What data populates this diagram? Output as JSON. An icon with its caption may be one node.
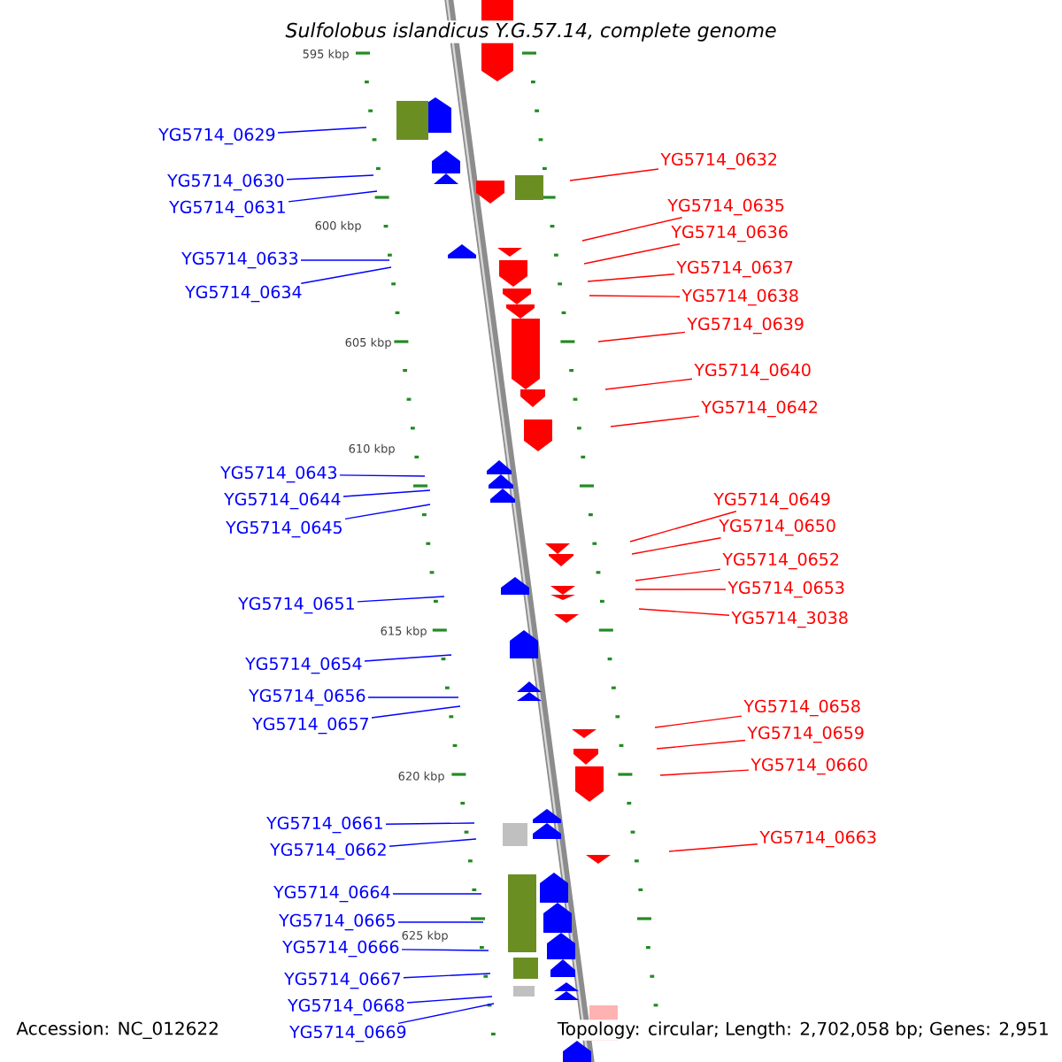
{
  "diagram": {
    "title": "Sulfolobus islandicus Y.G.57.14, complete genome",
    "nodes": [
      {
        "text": [
          "YG5714_0629"
        ]
      },
      {
        "text": [
          "YG5714_0630"
        ]
      },
      {
        "text": [
          "YG5714_0631"
        ]
      },
      {
        "text": [
          "YG5714_0633"
        ]
      },
      {
        "text": [
          "YG5714_0634"
        ]
      },
      {
        "text": [
          "YG5714_0643"
        ]
      },
      {
        "text": [
          "YG5714_0644"
        ]
      },
      {
        "text": [
          "YG5714_0645"
        ]
      },
      {
        "text": [
          "YG5714_0651"
        ]
      },
      {
        "text": [
          "YG5714_0654"
        ]
      },
      {
        "text": [
          "YG5714_0656"
        ]
      },
      {
        "text": [
          "YG5714_0657"
        ]
      },
      {
        "text": [
          "YG5714_0661"
        ]
      },
      {
        "text": [
          "YG5714_0662"
        ]
      },
      {
        "text": [
          "YG5714_0664"
        ]
      },
      {
        "text": [
          "YG5714_0665"
        ]
      },
      {
        "text": [
          "YG5714_0666"
        ]
      },
      {
        "text": [
          "YG5714_0667"
        ]
      },
      {
        "text": [
          "YG5714_0668"
        ]
      },
      {
        "text": [
          "YG5714_0669"
        ]
      },
      {
        "text": [
          "YG5714_0632"
        ]
      },
      {
        "text": [
          "YG5714_0635"
        ]
      },
      {
        "text": [
          "YG5714_0636"
        ]
      },
      {
        "text": [
          "YG5714_0637"
        ]
      },
      {
        "text": [
          "YG5714_0638"
        ]
      },
      {
        "text": [
          "YG5714_0639"
        ]
      },
      {
        "text": [
          "YG5714_0640"
        ]
      },
      {
        "text": [
          "YG5714_0642"
        ]
      },
      {
        "text": [
          "YG5714_0649"
        ]
      },
      {
        "text": [
          "YG5714_0650"
        ]
      },
      {
        "text": [
          "YG5714_0652"
        ]
      },
      {
        "text": [
          "YG5714_0653"
        ]
      },
      {
        "text": [
          "YG5714_3038"
        ]
      },
      {
        "text": [
          "YG5714_0658"
        ]
      },
      {
        "text": [
          "YG5714_0659"
        ]
      },
      {
        "text": [
          "YG5714_0660"
        ]
      },
      {
        "text": [
          "YG5714_0663"
        ]
      }
    ],
    "edges": [
      {
        "from": 0,
        "to": null,
        "arrow": "none"
      },
      {
        "from": 1,
        "to": null,
        "arrow": "none"
      },
      {
        "from": 2,
        "to": null,
        "arrow": "none"
      },
      {
        "from": 3,
        "to": null,
        "arrow": "none"
      },
      {
        "from": 4,
        "to": null,
        "arrow": "none"
      },
      {
        "from": 5,
        "to": null,
        "arrow": "none"
      },
      {
        "from": 6,
        "to": null,
        "arrow": "none"
      },
      {
        "from": 7,
        "to": null,
        "arrow": "none"
      },
      {
        "from": 8,
        "to": null,
        "arrow": "none"
      },
      {
        "from": 9,
        "to": null,
        "arrow": "none"
      },
      {
        "from": 10,
        "to": null,
        "arrow": "none"
      },
      {
        "from": 11,
        "to": null,
        "arrow": "none"
      },
      {
        "from": 12,
        "to": null,
        "arrow": "none"
      },
      {
        "from": 13,
        "to": null,
        "arrow": "none"
      },
      {
        "from": 14,
        "to": null,
        "arrow": "none"
      },
      {
        "from": 15,
        "to": null,
        "arrow": "none"
      },
      {
        "from": 16,
        "to": null,
        "arrow": "none"
      },
      {
        "from": 17,
        "to": null,
        "arrow": "none"
      },
      {
        "from": 18,
        "to": null,
        "arrow": "none"
      },
      {
        "from": 19,
        "to": null,
        "arrow": "none"
      },
      {
        "from": 20,
        "to": null,
        "arrow": "none",
        "color": "#ff0000"
      },
      {
        "from": 21,
        "to": null,
        "arrow": "none",
        "color": "#ff0000"
      },
      {
        "from": 22,
        "to": null,
        "arrow": "none",
        "color": "#ff0000"
      },
      {
        "from": 23,
        "to": null,
        "arrow": "none",
        "color": "#ff0000"
      },
      {
        "from": 24,
        "to": null,
        "arrow": "none",
        "color": "#ff0000"
      },
      {
        "from": 25,
        "to": null,
        "arrow": "none",
        "color": "#ff0000"
      },
      {
        "from": 26,
        "to": null,
        "arrow": "none",
        "color": "#ff0000"
      },
      {
        "from": 27,
        "to": null,
        "arrow": "none",
        "color": "#ff0000"
      },
      {
        "from": 28,
        "to": null,
        "arrow": "none",
        "color": "#ff0000"
      },
      {
        "from": 29,
        "to": null,
        "arrow": "none",
        "color": "#ff0000"
      },
      {
        "from": 30,
        "to": null,
        "arrow": "none",
        "color": "#ff0000"
      },
      {
        "from": 31,
        "to": null,
        "arrow": "none",
        "color": "#ff0000"
      },
      {
        "from": 32,
        "to": null,
        "arrow": "none",
        "color": "#ff0000"
      },
      {
        "from": 33,
        "to": null,
        "arrow": "none",
        "color": "#ff0000"
      },
      {
        "from": 34,
        "to": null,
        "arrow": "none",
        "color": "#ff0000"
      },
      {
        "from": 35,
        "to": null,
        "arrow": "none",
        "color": "#ff0000"
      },
      {
        "from": 36,
        "to": null,
        "arrow": "none",
        "color": "#ff0000"
      }
    ],
    "labels": [
      "595 kbp",
      "600 kbp",
      "605 kbp",
      "610 kbp",
      "615 kbp",
      "620 kbp",
      "625 kbp",
      "Accession: NC_012622",
      "Topology: circular; Length: 2,702,058 bp; Genes: 2,951"
    ]
  }
}
